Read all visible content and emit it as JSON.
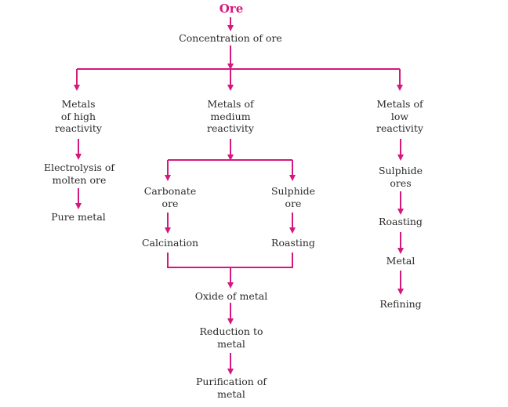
{
  "colors": {
    "arrow": "#d4187e",
    "title": "#d4187e",
    "text": "#2a2a2a"
  },
  "title": "Ore",
  "nodes": {
    "concentration": "Concentration of ore",
    "high": "Metals\nof high\nreactivity",
    "medium": "Metals of\nmedium\nreactivity",
    "low": "Metals of\nlow\nreactivity",
    "electrolysis": "Electrolysis of\nmolten ore",
    "pure_metal": "Pure metal",
    "carbonate": "Carbonate\nore",
    "sulphide_mid": "Sulphide\nore",
    "calcination": "Calcination",
    "roasting_mid": "Roasting",
    "oxide": "Oxide of metal",
    "reduction": "Reduction to\nmetal",
    "purification": "Purification of\nmetal",
    "sulphide_low": "Sulphide\nores",
    "roasting_low": "Roasting",
    "metal": "Metal",
    "refining": "Refining"
  }
}
